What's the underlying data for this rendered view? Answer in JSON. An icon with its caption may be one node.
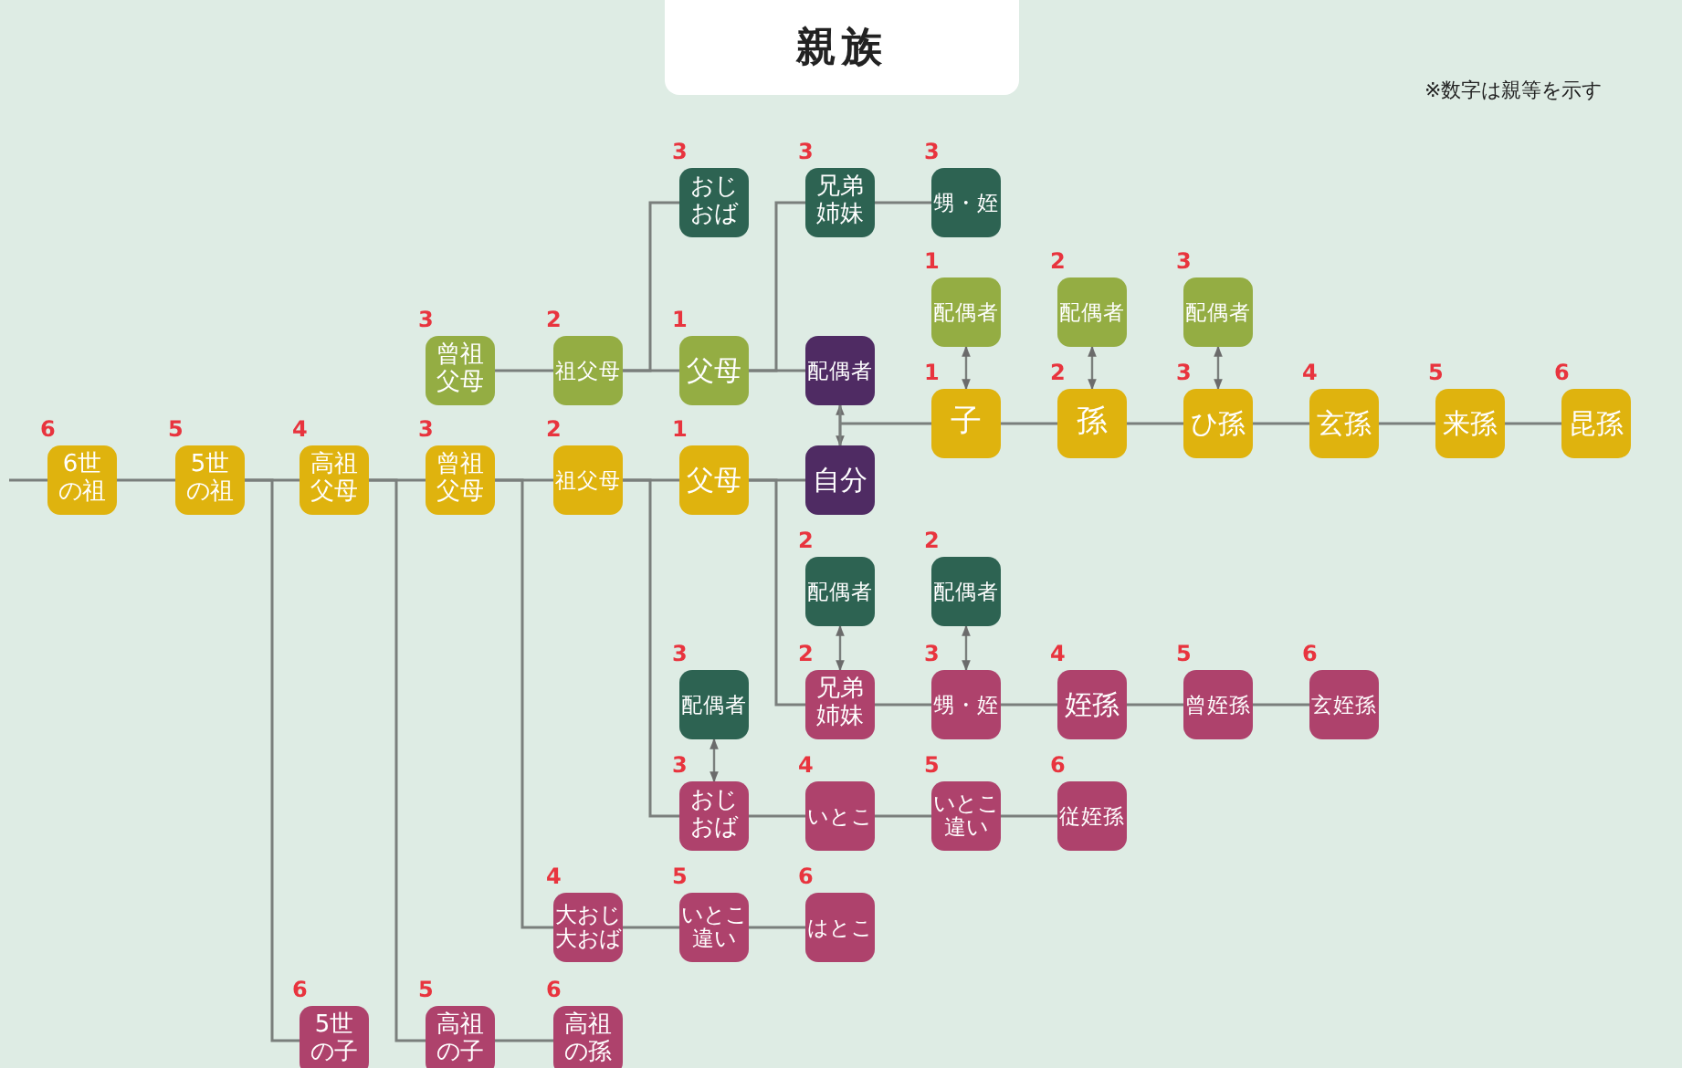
{
  "diagram": {
    "title": "親族",
    "nodes": [
      {
        "text": [
          "6世の祖"
        ],
        "beside": [
          "6"
        ]
      },
      {
        "text": [
          "5世の祖"
        ],
        "beside": [
          "5"
        ]
      },
      {
        "text": [
          "高祖父母"
        ],
        "beside": [
          "4"
        ]
      },
      {
        "text": [
          "曾祖父母"
        ],
        "beside": [
          "3"
        ]
      },
      {
        "text": [
          "祖父母"
        ],
        "beside": [
          "2"
        ]
      },
      {
        "text": [
          "父母"
        ],
        "beside": [
          "1"
        ]
      },
      {
        "text": [
          "自分"
        ]
      },
      {
        "text": [
          "おじおば"
        ],
        "beside": [
          "3"
        ]
      },
      {
        "text": [
          "兄弟姉妹"
        ],
        "beside": [
          "3"
        ]
      },
      {
        "text": [
          "甥・姪"
        ],
        "beside": [
          "3"
        ]
      },
      {
        "text": [
          "曾祖父母"
        ],
        "beside": [
          "3"
        ]
      },
      {
        "text": [
          "祖父母"
        ],
        "beside": [
          "2"
        ]
      },
      {
        "text": [
          "父母"
        ],
        "beside": [
          "1"
        ]
      },
      {
        "text": [
          "配偶者"
        ]
      },
      {
        "text": [
          "配偶者"
        ],
        "beside": [
          "1"
        ]
      },
      {
        "text": [
          "配偶者"
        ],
        "beside": [
          "2"
        ]
      },
      {
        "text": [
          "配偶者"
        ],
        "beside": [
          "3"
        ]
      },
      {
        "text": [
          "子"
        ],
        "beside": [
          "1"
        ]
      },
      {
        "text": [
          "孫"
        ],
        "beside": [
          "2"
        ]
      },
      {
        "text": [
          "ひ孫"
        ],
        "beside": [
          "3"
        ]
      },
      {
        "text": [
          "玄孫"
        ],
        "beside": [
          "4"
        ]
      },
      {
        "text": [
          "来孫"
        ],
        "beside": [
          "5"
        ]
      },
      {
        "text": [
          "昆孫"
        ],
        "beside": [
          "6"
        ]
      },
      {
        "text": [
          "配偶者"
        ],
        "beside": [
          "2"
        ]
      },
      {
        "text": [
          "配偶者"
        ],
        "beside": [
          "2"
        ]
      },
      {
        "text": [
          "配偶者"
        ],
        "beside": [
          "3"
        ]
      },
      {
        "text": [
          "兄弟姉妹"
        ],
        "beside": [
          "2"
        ]
      },
      {
        "text": [
          "甥・姪"
        ],
        "beside": [
          "3"
        ]
      },
      {
        "text": [
          "姪孫"
        ],
        "beside": [
          "4"
        ]
      },
      {
        "text": [
          "曾姪孫"
        ],
        "beside": [
          "5"
        ]
      },
      {
        "text": [
          "玄姪孫"
        ],
        "beside": [
          "6"
        ]
      },
      {
        "text": [
          "おじおば"
        ],
        "beside": [
          "3"
        ]
      },
      {
        "text": [
          "いとこ"
        ],
        "beside": [
          "4"
        ]
      },
      {
        "text": [
          "いとこ違い"
        ],
        "beside": [
          "5"
        ]
      },
      {
        "text": [
          "従姪孫"
        ],
        "beside": [
          "6"
        ]
      },
      {
        "text": [
          "大おじ大おば"
        ],
        "beside": [
          "4"
        ]
      },
      {
        "text": [
          "いとこ違い"
        ],
        "beside": [
          "5"
        ]
      },
      {
        "text": [
          "はとこ"
        ],
        "beside": [
          "6"
        ]
      },
      {
        "text": [
          "5世の子"
        ],
        "beside": [
          "6"
        ]
      },
      {
        "text": [
          "高祖の子"
        ],
        "beside": [
          "5"
        ]
      },
      {
        "text": [
          "高祖の孫"
        ],
        "beside": [
          "6"
        ]
      }
    ],
    "edges": [
      {
        "from": null,
        "to": 0,
        "arrow": "none"
      },
      {
        "from": 0,
        "to": 1,
        "arrow": "none"
      },
      {
        "from": 1,
        "to": 2,
        "arrow": "none"
      },
      {
        "from": 2,
        "to": 3,
        "arrow": "none"
      },
      {
        "from": 3,
        "to": 4,
        "arrow": "none"
      },
      {
        "from": 4,
        "to": 5,
        "arrow": "none"
      },
      {
        "from": 5,
        "to": 6,
        "arrow": "none"
      },
      {
        "from": 10,
        "to": 11,
        "arrow": "none"
      },
      {
        "from": 11,
        "to": 12,
        "arrow": "none"
      },
      {
        "from": 12,
        "to": 13,
        "arrow": "none"
      },
      {
        "from": 11,
        "to": 7,
        "arrow": "none"
      },
      {
        "from": 12,
        "to": 8,
        "arrow": "none"
      },
      {
        "from": 8,
        "to": 9,
        "arrow": "none"
      },
      {
        "from": 13,
        "to": 6,
        "arrow": "both"
      },
      {
        "from": 6,
        "to": 17,
        "arrow": "none"
      },
      {
        "from": 13,
        "to": 17,
        "arrow": "none"
      },
      {
        "from": 14,
        "to": 17,
        "arrow": "both"
      },
      {
        "from": 15,
        "to": 18,
        "arrow": "both"
      },
      {
        "from": 16,
        "to": 19,
        "arrow": "both"
      },
      {
        "from": 17,
        "to": 18,
        "arrow": "none"
      },
      {
        "from": 18,
        "to": 19,
        "arrow": "none"
      },
      {
        "from": 19,
        "to": 20,
        "arrow": "none"
      },
      {
        "from": 20,
        "to": 21,
        "arrow": "none"
      },
      {
        "from": 21,
        "to": 22,
        "arrow": "none"
      },
      {
        "from": 5,
        "to": 26,
        "arrow": "none"
      },
      {
        "from": 23,
        "to": 26,
        "arrow": "both"
      },
      {
        "from": 24,
        "to": 27,
        "arrow": "both"
      },
      {
        "from": 26,
        "to": 27,
        "arrow": "none"
      },
      {
        "from": 27,
        "to": 28,
        "arrow": "none"
      },
      {
        "from": 28,
        "to": 29,
        "arrow": "none"
      },
      {
        "from": 29,
        "to": 30,
        "arrow": "none"
      },
      {
        "from": 4,
        "to": 31,
        "arrow": "none"
      },
      {
        "from": 25,
        "to": 31,
        "arrow": "both"
      },
      {
        "from": 31,
        "to": 32,
        "arrow": "none"
      },
      {
        "from": 32,
        "to": 33,
        "arrow": "none"
      },
      {
        "from": 33,
        "to": 34,
        "arrow": "none"
      },
      {
        "from": 3,
        "to": 35,
        "arrow": "none"
      },
      {
        "from": 35,
        "to": 36,
        "arrow": "none"
      },
      {
        "from": 36,
        "to": 37,
        "arrow": "none"
      },
      {
        "from": 1,
        "to": 38,
        "arrow": "none"
      },
      {
        "from": 2,
        "to": 39,
        "arrow": "none"
      },
      {
        "from": 39,
        "to": 40,
        "arrow": "none"
      }
    ],
    "labels": [
      "※数字は親等を示す"
    ]
  }
}
